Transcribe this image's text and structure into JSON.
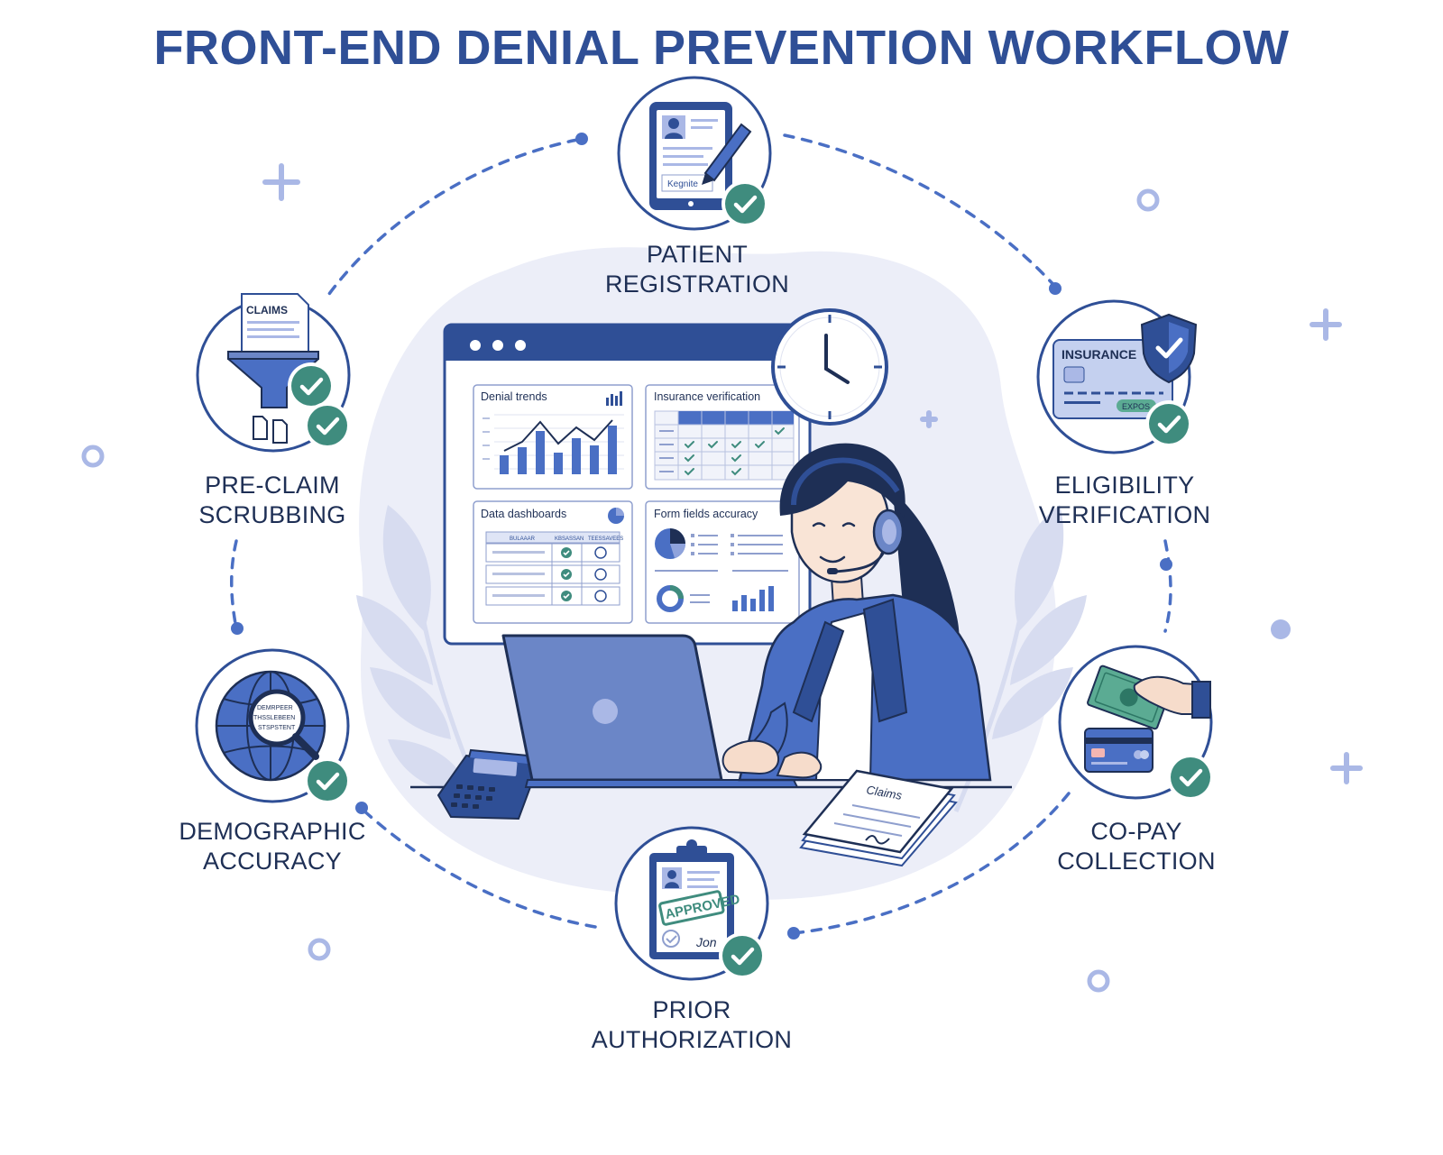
{
  "title": "FRONT-END DENIAL PREVENTION WORKFLOW",
  "colors": {
    "primary": "#2f4f96",
    "accent_blue": "#4a6fc4",
    "check_green": "#3f8c7e",
    "blob": "#eceef8",
    "text_dark": "#1e2f55"
  },
  "steps": [
    {
      "id": "patient-registration",
      "line1": "PATIENT",
      "line2": "REGISTRATION",
      "icon": "tablet-pen-icon"
    },
    {
      "id": "eligibility-verification",
      "line1": "ELIGIBILITY",
      "line2": "VERIFICATION",
      "icon": "insurance-card-shield-icon"
    },
    {
      "id": "co-pay-collection",
      "line1": "CO-PAY",
      "line2": "COLLECTION",
      "icon": "cash-card-icon"
    },
    {
      "id": "prior-authorization",
      "line1": "PRIOR",
      "line2": "AUTHORIZATION",
      "icon": "clipboard-approved-icon"
    },
    {
      "id": "demographic-accuracy",
      "line1": "DEMOGRAPHIC",
      "line2": "ACCURACY",
      "icon": "globe-magnifier-icon"
    },
    {
      "id": "pre-claim-scrubbing",
      "line1": "PRE-CLAIM",
      "line2": "SCRUBBING",
      "icon": "claims-funnel-icon"
    }
  ],
  "icon_text": {
    "registration_field": "Kegnite",
    "claims_doc": "CLAIMS",
    "insurance_card": "INSURANCE",
    "insurance_badge": "EXPOS",
    "approved_stamp": "APPROVED",
    "globe_lens_1": "DEMRPEER",
    "globe_lens_2": "THSSLEBEEN",
    "globe_lens_3": "STSPSTENT",
    "signature": "Jon"
  },
  "dashboard": {
    "panels": [
      {
        "title": "Denial trends",
        "icon": "bar-chart-icon"
      },
      {
        "title": "Insurance verification",
        "icon": "table-icon"
      },
      {
        "title": "Data dashboards",
        "icon": "pie-chart-icon",
        "header_cells": [
          "BULAAAR",
          "KBSASSAN",
          "TEESSAVEES"
        ]
      },
      {
        "title": "Form fields accuracy",
        "icon": "form-icon"
      }
    ],
    "claims_papers_label": "Claims"
  }
}
